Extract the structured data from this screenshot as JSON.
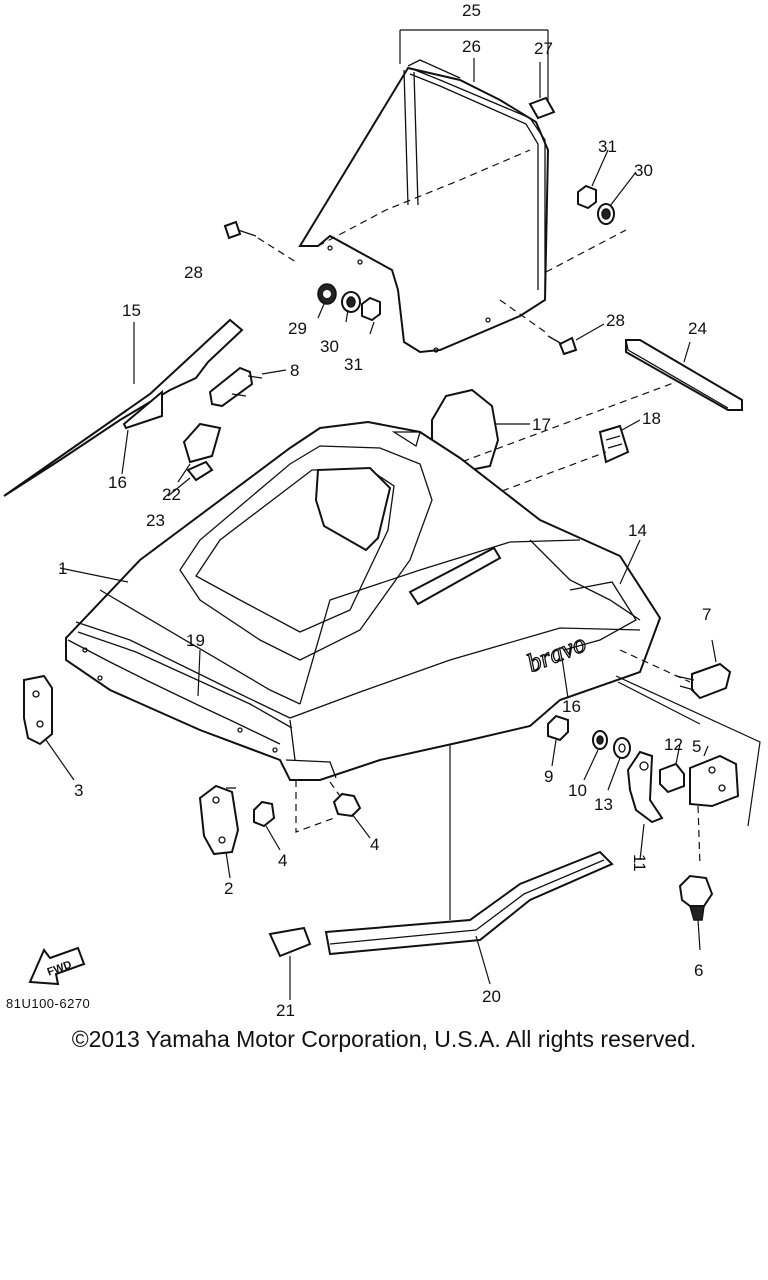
{
  "diagram": {
    "code": "81U100-6270",
    "direction_label": "FWD",
    "brand_decal": "bravo",
    "callouts": {
      "c1": "1",
      "c2": "2",
      "c3": "3",
      "c4a": "4",
      "c4b": "4",
      "c5": "5",
      "c6": "6",
      "c7": "7",
      "c8": "8",
      "c9": "9",
      "c10": "10",
      "c11": "11",
      "c12": "12",
      "c13": "13",
      "c14": "14",
      "c15": "15",
      "c16a": "16",
      "c16b": "16",
      "c17": "17",
      "c18": "18",
      "c19": "19",
      "c20": "20",
      "c21": "21",
      "c22": "22",
      "c23": "23",
      "c24": "24",
      "c25": "25",
      "c26": "26",
      "c27": "27",
      "c28a": "28",
      "c28b": "28",
      "c29": "29",
      "c30a": "30",
      "c30b": "30",
      "c31a": "31",
      "c31b": "31"
    }
  },
  "footer": {
    "copyright": "©2013 Yamaha Motor Corporation, U.S.A. All rights reserved."
  }
}
